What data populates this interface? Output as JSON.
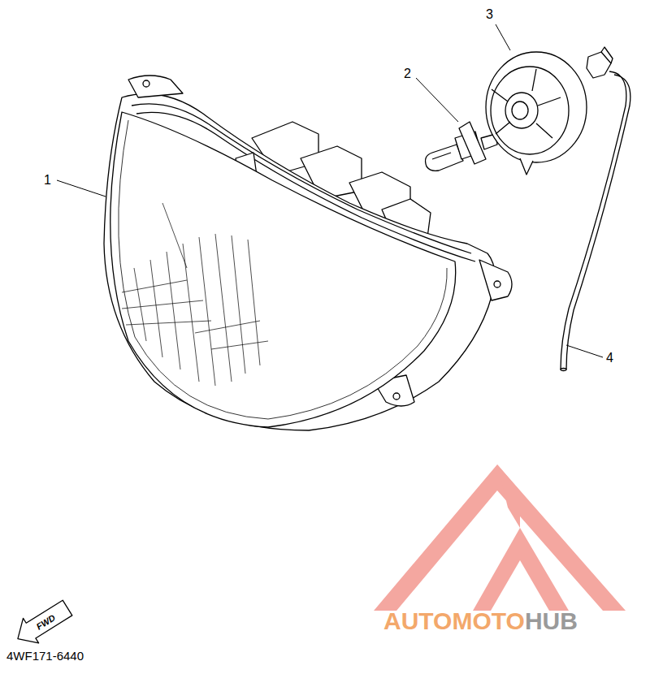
{
  "diagram": {
    "labels": [
      "1",
      "2",
      "3",
      "4",
      "FWD",
      "4WF171-6440",
      "AUTOMOTO",
      "HUB"
    ]
  }
}
